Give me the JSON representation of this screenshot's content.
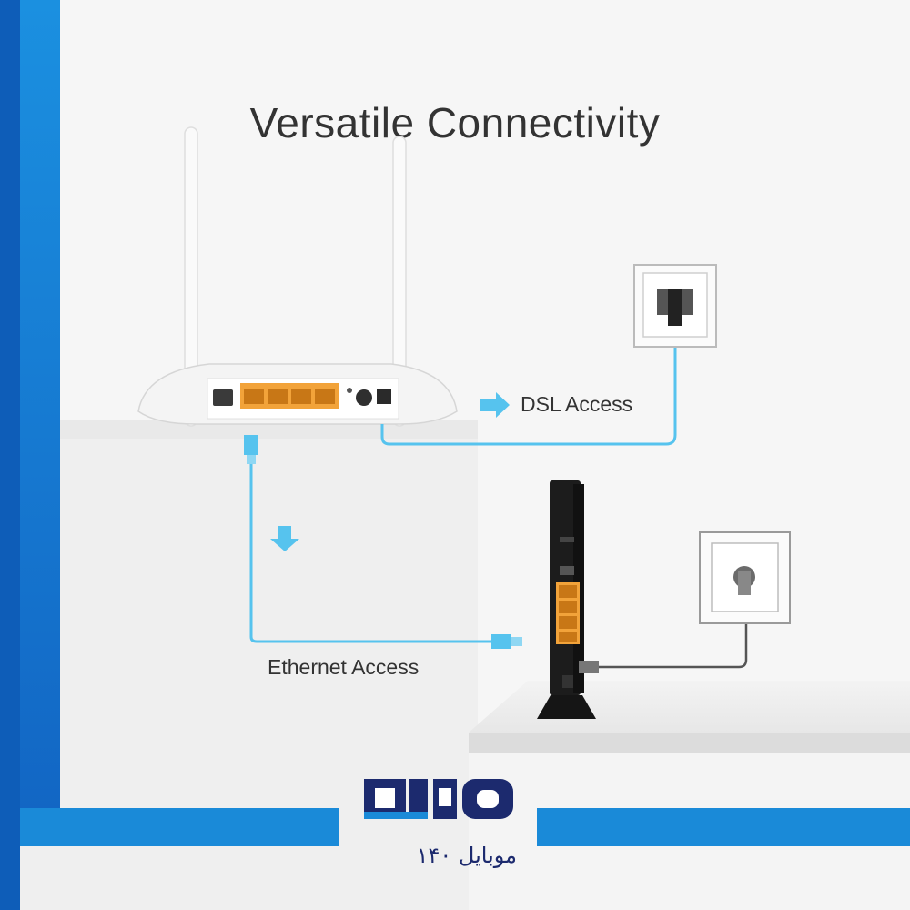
{
  "title": "Versatile Connectivity",
  "labels": {
    "dsl": "DSL Access",
    "ethernet": "Ethernet Access"
  },
  "watermark": {
    "persian_text": "موبایل ۱۴۰",
    "brand_color": "#1c2a6e"
  },
  "colors": {
    "accent_blue": "#1a8ad8",
    "cable_blue": "#56c3ee",
    "port_orange": "#f2a33a",
    "background": "#f6f6f6"
  },
  "icons": [
    "router-icon",
    "wall-jack-icon",
    "modem-icon",
    "power-outlet-icon",
    "arrow-right-icon",
    "arrow-down-icon"
  ]
}
